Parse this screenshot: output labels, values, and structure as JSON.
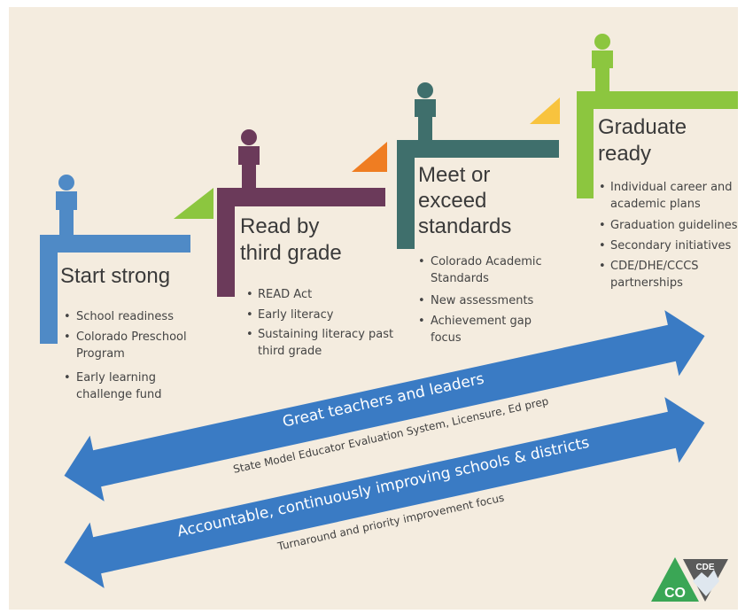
{
  "colors": {
    "background": "#f4ecdf",
    "blue": "#4f8ac6",
    "plum": "#6b3a5a",
    "teal": "#3f6f6c",
    "green": "#8cc63f",
    "orange": "#ef7d22",
    "yellow": "#f8c33e",
    "arrow_fill": "#3a7bc4",
    "text_dark": "#3a3a3a"
  },
  "steps": [
    {
      "title_lines": [
        "Start strong"
      ],
      "bullets": [
        [
          "School readiness"
        ],
        [
          "Colorado Preschool",
          "Program"
        ],
        [
          "Early learning",
          "challenge fund"
        ]
      ]
    },
    {
      "title_lines": [
        "Read by",
        "third grade"
      ],
      "bullets": [
        [
          "READ Act"
        ],
        [
          "Early literacy"
        ],
        [
          "Sustaining literacy past",
          "third grade"
        ]
      ]
    },
    {
      "title_lines": [
        "Meet or",
        "exceed",
        "standards"
      ],
      "bullets": [
        [
          "Colorado Academic",
          "Standards"
        ],
        [
          "New assessments"
        ],
        [
          "Achievement gap",
          "focus"
        ]
      ]
    },
    {
      "title_lines": [
        "Graduate",
        "ready"
      ],
      "bullets": [
        [
          "Individual career and",
          "academic plans"
        ],
        [
          "Graduation guidelines"
        ],
        [
          "Secondary initiatives"
        ],
        [
          "CDE/DHE/CCCS",
          "partnerships"
        ]
      ]
    }
  ],
  "arrows": [
    {
      "title": "Great teachers and leaders",
      "subtitle": "State Model Educator Evaluation System, Licensure, Ed prep"
    },
    {
      "title": "Accountable, continuously improving schools & districts",
      "subtitle": "Turnaround and priority improvement focus"
    }
  ],
  "logo": {
    "left_text": "CO",
    "right_text": "CDE",
    "left_color": "#3aa655",
    "right_color": "#5a5a5a"
  }
}
